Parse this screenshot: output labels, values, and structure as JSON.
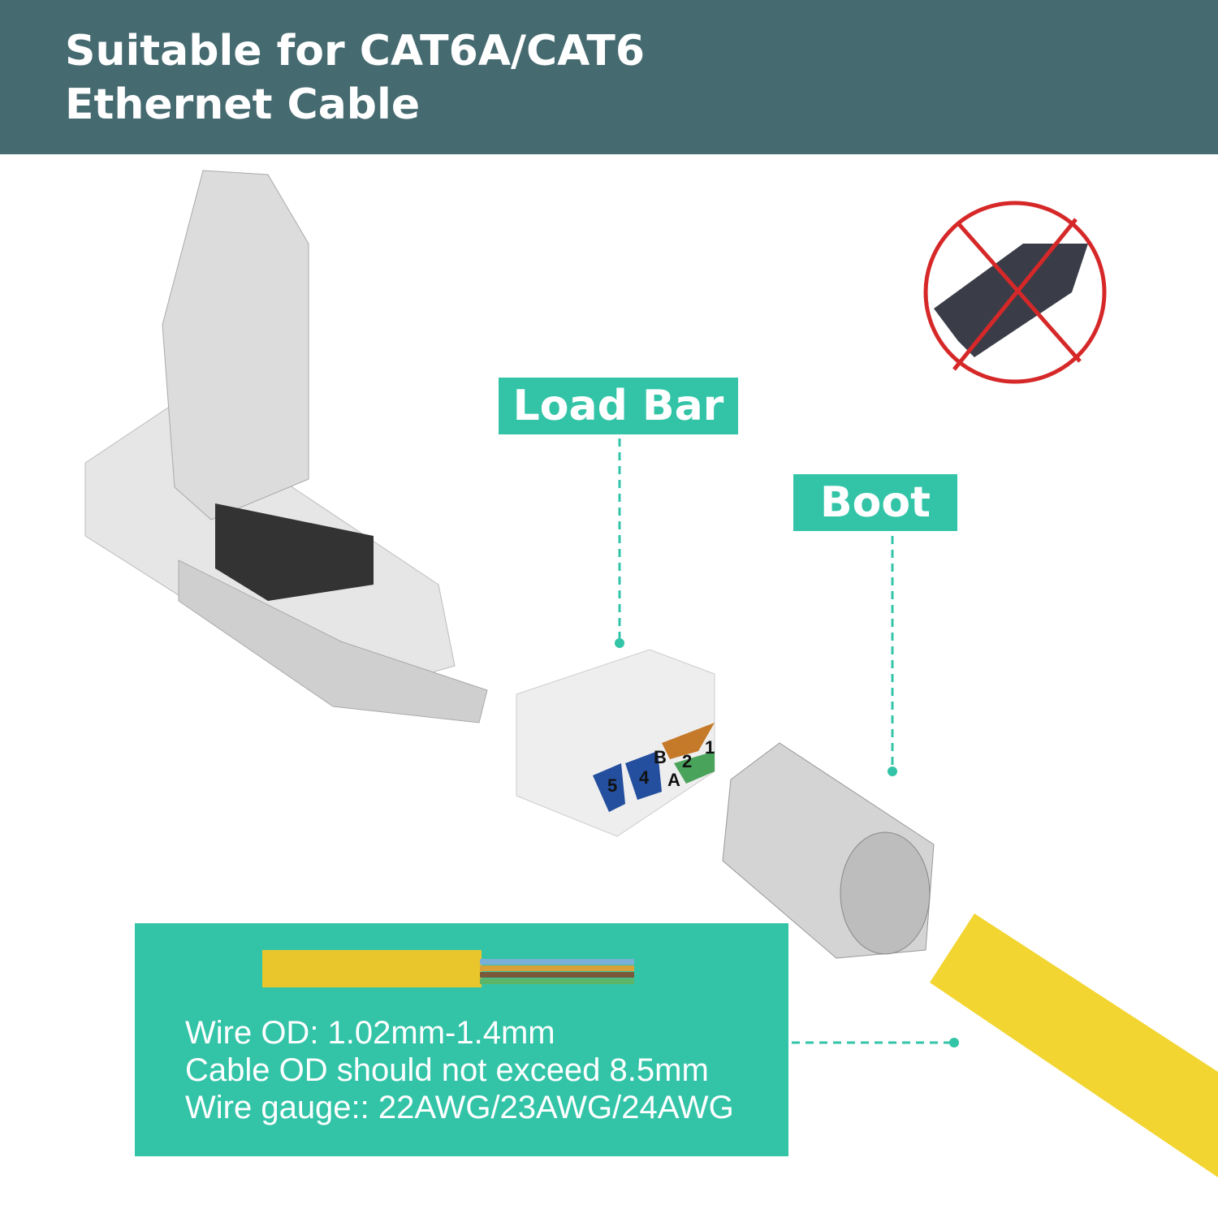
{
  "header": {
    "title_line1": "Suitable for CAT6A/CAT6",
    "title_line2": "Ethernet Cable",
    "background": "#456a70"
  },
  "labels": {
    "load_bar": "Load Bar",
    "boot": "Boot",
    "accent": "#33c4a8"
  },
  "load_bar_markings": [
    "5",
    "4",
    "B",
    "A",
    "2",
    "1"
  ],
  "specs": {
    "lines": [
      "Wire OD: 1.02mm-1.4mm",
      "Cable OD should not exceed 8.5mm",
      "Wire gauge:: 22AWG/23AWG/24AWG"
    ]
  },
  "icons": {
    "no_tool": "no-crimp-tool-icon"
  }
}
